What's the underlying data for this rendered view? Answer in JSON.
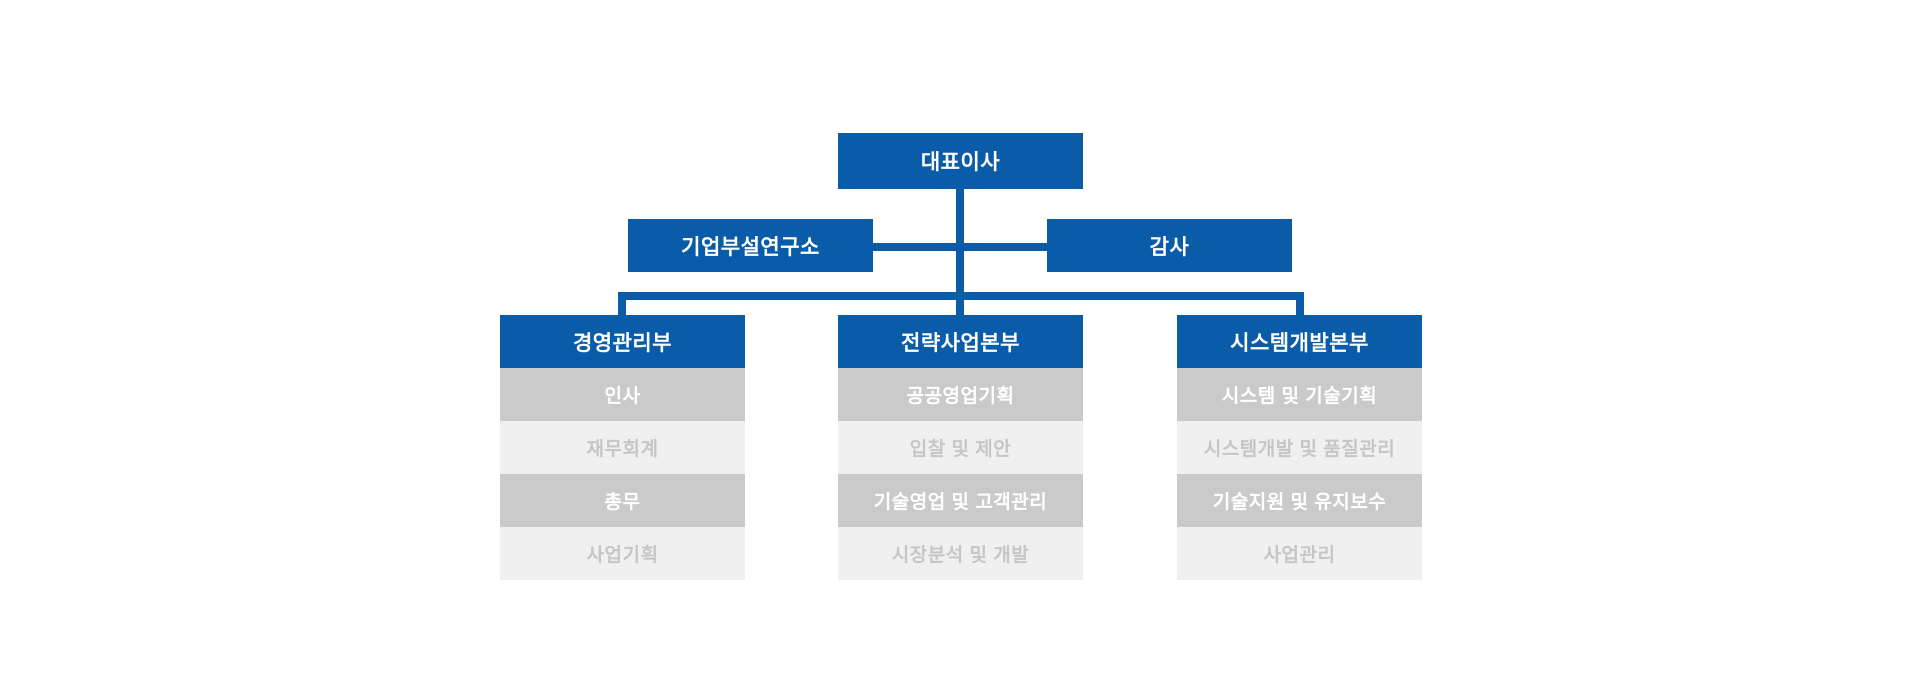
{
  "colors": {
    "primary_blue": "#0A5CA8",
    "row_dark_gray": "#CACACA",
    "row_light_gray": "#F0F0F0",
    "muted_text_gray": "#C6C6C6",
    "node_text": "#FFFFFF",
    "background": "#FFFFFF"
  },
  "org": {
    "root": {
      "label": "대표이사"
    },
    "staff": [
      {
        "label": "기업부설연구소"
      },
      {
        "label": "감사"
      }
    ],
    "departments": [
      {
        "label": "경영관리부",
        "units": [
          "인사",
          "재무회계",
          "총무",
          "사업기획"
        ]
      },
      {
        "label": "전략사업본부",
        "units": [
          "공공영업기획",
          "입찰 및 제안",
          "기술영업 및 고객관리",
          "시장분석 및 개발"
        ]
      },
      {
        "label": "시스템개발본부",
        "units": [
          "시스템 및 기술기획",
          "시스템개발 및 품질관리",
          "기술지원 및 유지보수",
          "사업관리"
        ]
      }
    ]
  }
}
